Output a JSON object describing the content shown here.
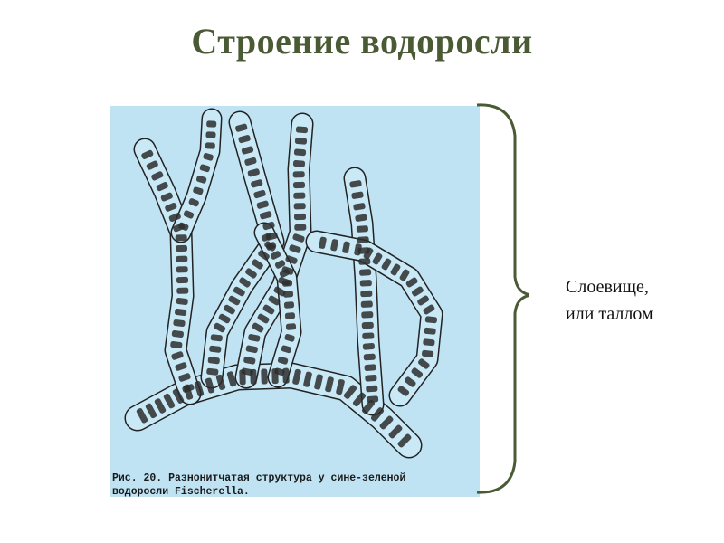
{
  "slide": {
    "title": "Строение водоросли"
  },
  "figure": {
    "caption_line1": "Рис. 20. Разнонитчатая структура у сине-зеленой",
    "caption_line2": "водоросли Fischerella."
  },
  "annotation": {
    "label_line1": "Слоевище,",
    "label_line2": "или таллом"
  },
  "colors": {
    "title": "#4a5a34",
    "bracket": "#4a5a34",
    "figure_background": "#bfe3f3",
    "filament_outline": "#222222",
    "cell_fill": "#2d2d2d"
  }
}
